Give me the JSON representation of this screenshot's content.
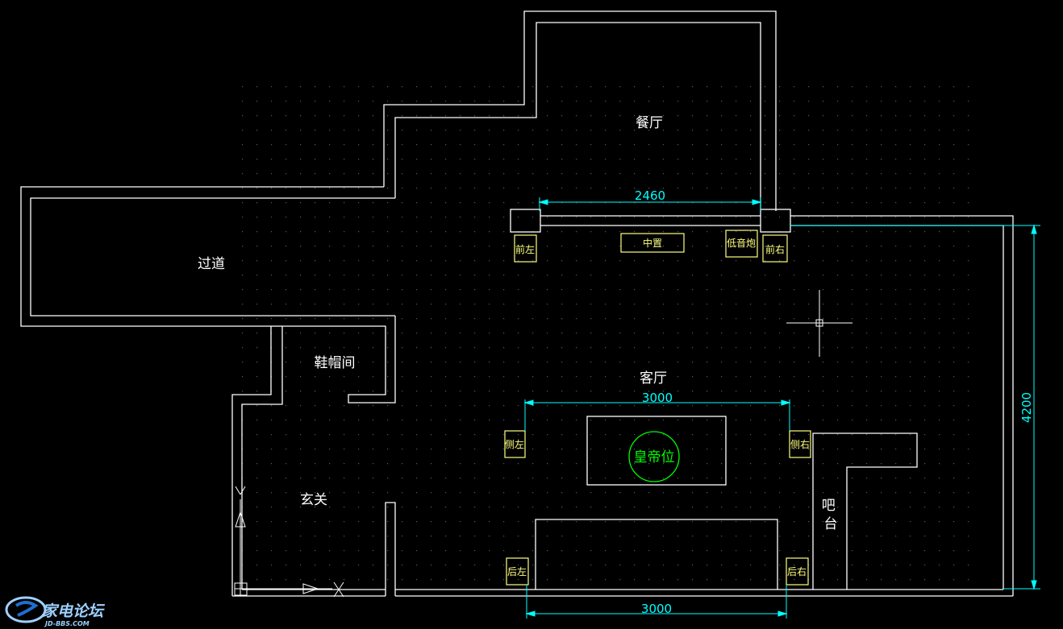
{
  "rooms": {
    "dining": "餐厅",
    "corridor": "过道",
    "cloakroom": "鞋帽间",
    "living": "客厅",
    "foyer": "玄关",
    "bar": "吧台"
  },
  "speakers": {
    "front_left": "前左",
    "center": "中置",
    "subwoofer": "低音炮",
    "front_right": "前右",
    "side_left": "侧左",
    "side_right": "侧右",
    "rear_left": "后左",
    "rear_right": "后右"
  },
  "seat": "皇帝位",
  "dimensions": {
    "front_width": "2460",
    "side_width": "3000",
    "rear_width": "3000",
    "room_depth": "4200"
  },
  "watermark": {
    "name": "家电论坛",
    "url": "JD-BBS.COM"
  },
  "colors": {
    "background": "#000000",
    "wall": "#ffffff",
    "dimension": "#00ffff",
    "speaker": "#ffff80",
    "seat": "#00ff00",
    "grid_dot": "#5a5a5a"
  }
}
